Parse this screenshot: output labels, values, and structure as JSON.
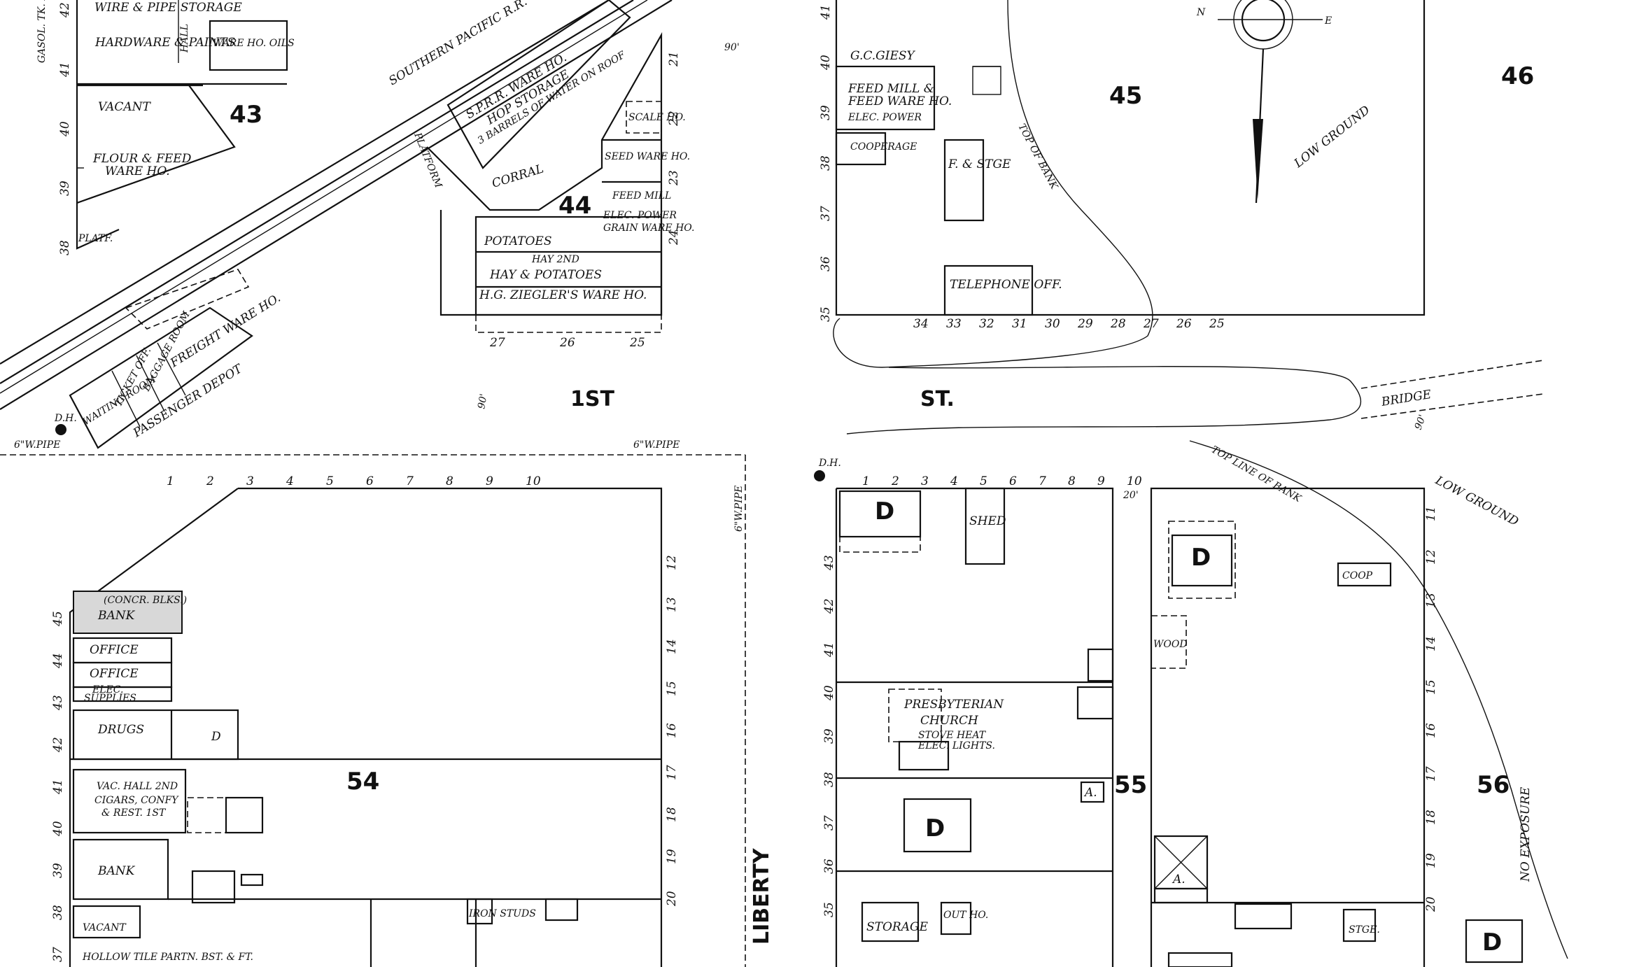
{
  "blocks": [
    "43",
    "44",
    "45",
    "46",
    "54",
    "55",
    "56"
  ],
  "streets": {
    "first_st_1": "1ST",
    "first_st_2": "ST.",
    "liberty": "LIBERTY",
    "railroad": "SOUTHERN PACIFIC R.R.",
    "bridge": "BRIDGE",
    "six_w_pipe": "6\"W.PIPE",
    "dh": "D.H."
  },
  "block43": {
    "wire_pipe": "WIRE & PIPE STORAGE",
    "hardware": "HARDWARE & PAINTS",
    "hall": "HALL",
    "ware_ho_oils": "WARE HO. OILS",
    "vacant": "VACANT",
    "flour": "FLOUR & FEED",
    "flour2": "WARE HO.",
    "platf": "PLATF.",
    "gasol": "GASOL. TK. IN"
  },
  "block44": {
    "sprr1": "S.P.R.R. WARE HO.",
    "sprr2": "HOP STORAGE",
    "sprr3": "3 BARRELS OF WATER ON ROOF",
    "corral": "CORRAL",
    "platform": "PLATFORM",
    "seed": "SEED WARE HO.",
    "scale": "SCALE HO.",
    "feed_mill": "FEED MILL",
    "elec_power": "ELEC. POWER",
    "grain": "GRAIN WARE HO.",
    "potatoes": "POTATOES",
    "hay": "HAY & POTATOES",
    "hay2": "HAY 2ND",
    "ziegler": "H.G. ZIEGLER'S WARE HO.",
    "depot": "PASSENGER DEPOT",
    "freight": "FREIGHT WARE HO.",
    "baggage": "BAGGAGE ROOM",
    "ticket": "TICKET OFF.",
    "waiting": "WAITING ROOM"
  },
  "block45": {
    "giesy": "G.C.GIESY",
    "feed_mill": "FEED MILL &",
    "feed_mill2": "FEED WARE HO.",
    "elec_power": "ELEC. POWER",
    "cooperage": "COOPERAGE",
    "fstge": "F. & STGE",
    "telephone": "TELEPHONE OFF.",
    "low_ground": "LOW GROUND",
    "top_bank": "TOP OF BANK"
  },
  "block54": {
    "bank_conc": "(CONCR. BLKS.)",
    "bank": "BANK",
    "office1": "OFFICE",
    "office2": "OFFICE",
    "elec": "ELEC.",
    "supplies": "SUPPLIES",
    "drugs": "DRUGS",
    "vac_hall": "VAC. HALL 2ND",
    "cigars": "CIGARS, CONFY",
    "rest": "& REST. 1ST",
    "bank2": "BANK",
    "vacant": "VACANT",
    "hollow": "HOLLOW TILE PARTN. BST. & FT.",
    "iron_studs": "IRON STUDS"
  },
  "block55": {
    "shed": "SHED",
    "d": "D",
    "church1": "PRESBYTERIAN",
    "church2": "CHURCH",
    "stove": "STOVE HEAT",
    "lights": "ELEC. LIGHTS.",
    "storage": "STORAGE",
    "outho": "OUT HO.",
    "a": "A.",
    "wood": "WOOD",
    "coop": "COOP",
    "stge": "STGE."
  },
  "block56": {
    "low_ground": "LOW GROUND",
    "top_line": "TOP LINE OF BANK",
    "exposure": "NO EXPOSURE"
  },
  "lot_numbers": {
    "b54_top": [
      "1",
      "2",
      "3",
      "4",
      "5",
      "6",
      "7",
      "8",
      "9",
      "10"
    ],
    "b54_right": [
      "12",
      "13",
      "14",
      "15",
      "16",
      "17",
      "18",
      "19",
      "20"
    ],
    "b54_left": [
      "45",
      "44",
      "43",
      "42",
      "41",
      "40",
      "39",
      "38",
      "37"
    ],
    "b55_top": [
      "1",
      "2",
      "3",
      "4",
      "5",
      "6",
      "7",
      "8",
      "9",
      "10"
    ],
    "b55_left": [
      "43",
      "42",
      "41",
      "40",
      "39",
      "38",
      "37",
      "36",
      "35"
    ],
    "b55_right": [
      "11",
      "12",
      "13",
      "14",
      "15",
      "16",
      "17",
      "18",
      "19",
      "20"
    ],
    "b45_bottom": [
      "34",
      "33",
      "32",
      "31",
      "30",
      "29",
      "28",
      "27",
      "26",
      "25"
    ],
    "b45_left": [
      "41",
      "40",
      "39",
      "38",
      "37",
      "36",
      "35"
    ],
    "b44_bottom": [
      "27",
      "26",
      "25"
    ],
    "b44_right": [
      "21",
      "22",
      "23",
      "24"
    ],
    "b43_left": [
      "42",
      "41",
      "40",
      "39",
      "38"
    ]
  },
  "dims": {
    "d90a": "90'",
    "d90b": "90'",
    "d90c": "90'",
    "d20": "20'"
  },
  "compass": {
    "north": "N",
    "east": "E"
  }
}
